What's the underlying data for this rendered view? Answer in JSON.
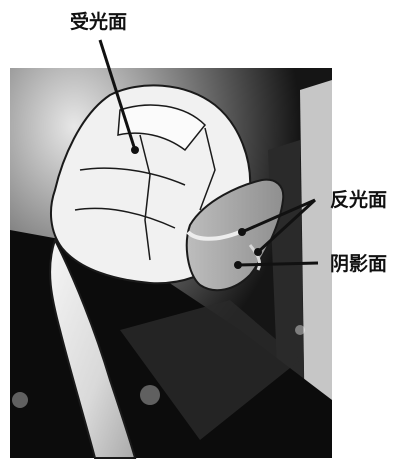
{
  "labels": {
    "lit_surface": "受光面",
    "reflected_light_surface": "反光面",
    "shadow_surface": "阴影面"
  },
  "colors": {
    "background_dark": "#151515",
    "panel_light": "#e9e9e9",
    "skin_highlight": "#f4f4f4",
    "skin_midtone": "#d6d6d6",
    "skin_shadow": "#9e9e9e",
    "reflected_light": "#c8c8c8",
    "outline": "#1a1a1a",
    "label_text": "#111111"
  }
}
